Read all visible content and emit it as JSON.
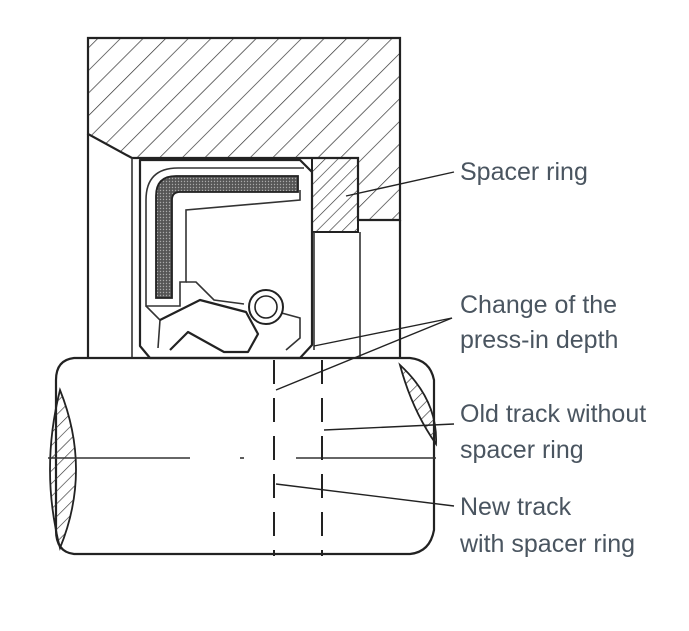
{
  "labels": {
    "spacer_ring": "Spacer ring",
    "change_line1": "Change of the",
    "change_line2": "press-in depth",
    "old_line1": "Old track without",
    "old_line2": "spacer ring",
    "new_line1": "New track",
    "new_line2": "with spacer ring"
  },
  "colors": {
    "label_text": "#4a5560",
    "outline": "#222222",
    "insert_fill": "#3a3a3a"
  }
}
